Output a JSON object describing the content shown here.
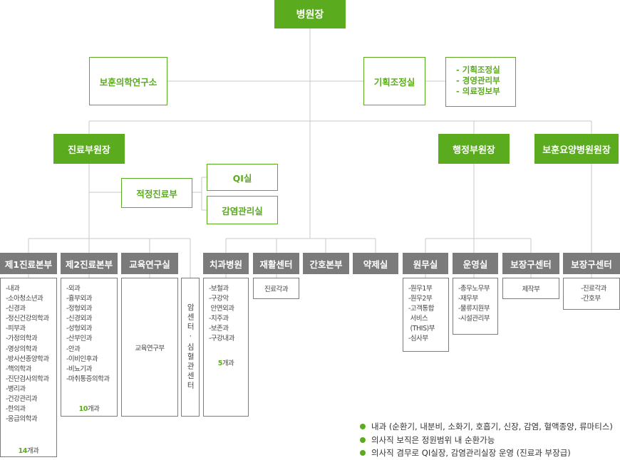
{
  "director": "병원장",
  "research_institute": "보훈의학연구소",
  "planning": {
    "label": "기획조정실",
    "items": [
      "- 기획조정실",
      "- 경영관리부",
      "- 의료정보부"
    ]
  },
  "vice_directors": {
    "medical": "진료부원장",
    "admin": "행정부원장",
    "nursing_hospital": "보훈요양병원원장"
  },
  "proper_care": "적정진료부",
  "qi": "QI실",
  "infection": "감염관리실",
  "divisions": {
    "med1": {
      "label": "제1진료본부",
      "items": [
        "-내과",
        "-소아청소년과",
        "-신경과",
        "-정신건강의학과",
        "-피부과",
        "-가정의학과",
        "-영상의학과",
        "-방사선종양학과",
        "-핵의학과",
        "-진단검사의학과",
        "-병리과",
        "-건강관리과",
        "-한의과",
        "-응급의학과"
      ],
      "count_num": "14",
      "count_unit": "개과"
    },
    "med2": {
      "label": "제2진료본부",
      "items": [
        "-외과",
        "-흉부외과",
        "-정형외과",
        "-신경외과",
        "-성형외과",
        "-산부인과",
        "-안과",
        "-이비인후과",
        "-비뇨기과",
        "-마취통증의학과"
      ],
      "count_num": "10",
      "count_unit": "개과"
    },
    "education": {
      "label": "교육연구실",
      "content": "교육연구부"
    },
    "cancer_center": "암센터·심혈관센터",
    "dental": {
      "label": "치과병원",
      "items": [
        "-보철과",
        "-구강악",
        " 안면외과",
        "-치주과",
        "-보존과",
        "-구강내과"
      ],
      "count_num": "5",
      "count_unit": "개과"
    },
    "rehab": {
      "label": "재활센터",
      "content": "진료각과"
    },
    "nursing": {
      "label": "간호본부"
    },
    "pharmacy": {
      "label": "약제실"
    },
    "admin_affairs": {
      "label": "원무실",
      "items": [
        "-원무1부",
        "-원무2부",
        "-고객통합",
        " 서비스",
        " (THIS)부",
        "-심사부"
      ]
    },
    "operations": {
      "label": "운영실",
      "items": [
        "-총무노무부",
        "-재무부",
        "-물류지원부",
        "-시설관리부"
      ]
    },
    "prosthetics1": {
      "label": "보장구센터",
      "content": "제작부"
    },
    "prosthetics2": {
      "label": "보장구센터",
      "items": [
        "-진료각과",
        "-간호부"
      ]
    }
  },
  "notes": [
    "내과 (순환기, 내분비, 소화기, 호흡기, 신장, 감염, 혈액종양, 류마티스)",
    "의사직 보직은 정원범위 내 순환가능",
    "의사직 겸무로 QI실장, 감염관리실장 운영 (진료과 부장급)"
  ],
  "colors": {
    "green": "#5aab1e",
    "grey": "#7b7b7b",
    "line": "#c8c8c8"
  }
}
